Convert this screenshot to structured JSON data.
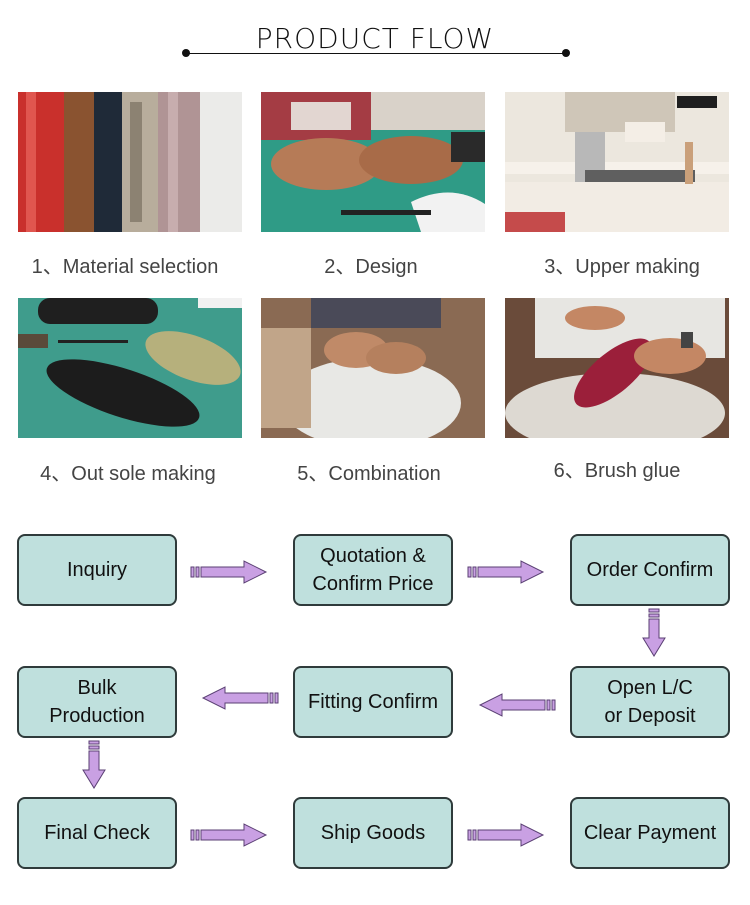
{
  "header": {
    "title": "Product flow"
  },
  "steps": [
    {
      "label": "1、Material selection"
    },
    {
      "label": "2、Design"
    },
    {
      "label": "3、Upper making"
    },
    {
      "label": "4、Out sole making"
    },
    {
      "label": "5、Combination"
    },
    {
      "label": "6、Brush glue"
    }
  ],
  "flow": {
    "inquiry": "Inquiry",
    "quotation": [
      "Quotation &",
      "Confirm Price"
    ],
    "order_confirm": "Order Confirm",
    "open_lc": [
      "Open L/C",
      "or Deposit"
    ],
    "fitting_confirm": "Fitting Confirm",
    "bulk_production": [
      "Bulk",
      "Production"
    ],
    "final_check": "Final Check",
    "ship_goods": "Ship Goods",
    "clear_payment": "Clear Payment"
  },
  "colors": {
    "box_fill": "#bfe0dd",
    "box_border": "#2f3b3b",
    "arrow_fill": "#c9a0e3",
    "arrow_stroke": "#5a3f73"
  }
}
